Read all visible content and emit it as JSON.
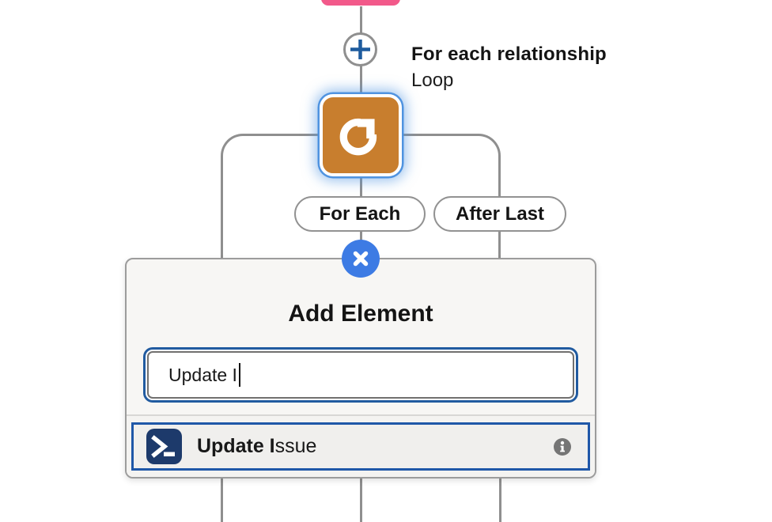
{
  "flow": {
    "node": {
      "title": "For each relationship",
      "subtitle": "Loop",
      "icon": "loop-icon",
      "color": "#c87e2e"
    },
    "branches": [
      {
        "label": "For Each"
      },
      {
        "label": "After Last"
      }
    ]
  },
  "popup": {
    "title": "Add Element",
    "search": {
      "value": "Update I"
    },
    "results": [
      {
        "match": "Update I",
        "rest": "ssue",
        "icon": "terminal-prompt-icon",
        "info_icon": "info-icon"
      }
    ]
  },
  "icons": {
    "plus": "plus-icon",
    "loop": "loop-icon",
    "close": "close-icon",
    "terminal": "terminal-prompt-icon",
    "info": "info-icon"
  },
  "colors": {
    "previous_node_pink": "#f2598a",
    "loop_node_orange": "#c87e2e",
    "focus_ring_blue": "#215ba0",
    "row_border_blue": "#1f57a8",
    "close_button_blue": "#3d7be4",
    "terminal_navy": "#1d3a6b",
    "connector_gray": "#8f8f8f",
    "plus_glyph_blue": "#1e5b9e",
    "info_gray": "#757575"
  }
}
